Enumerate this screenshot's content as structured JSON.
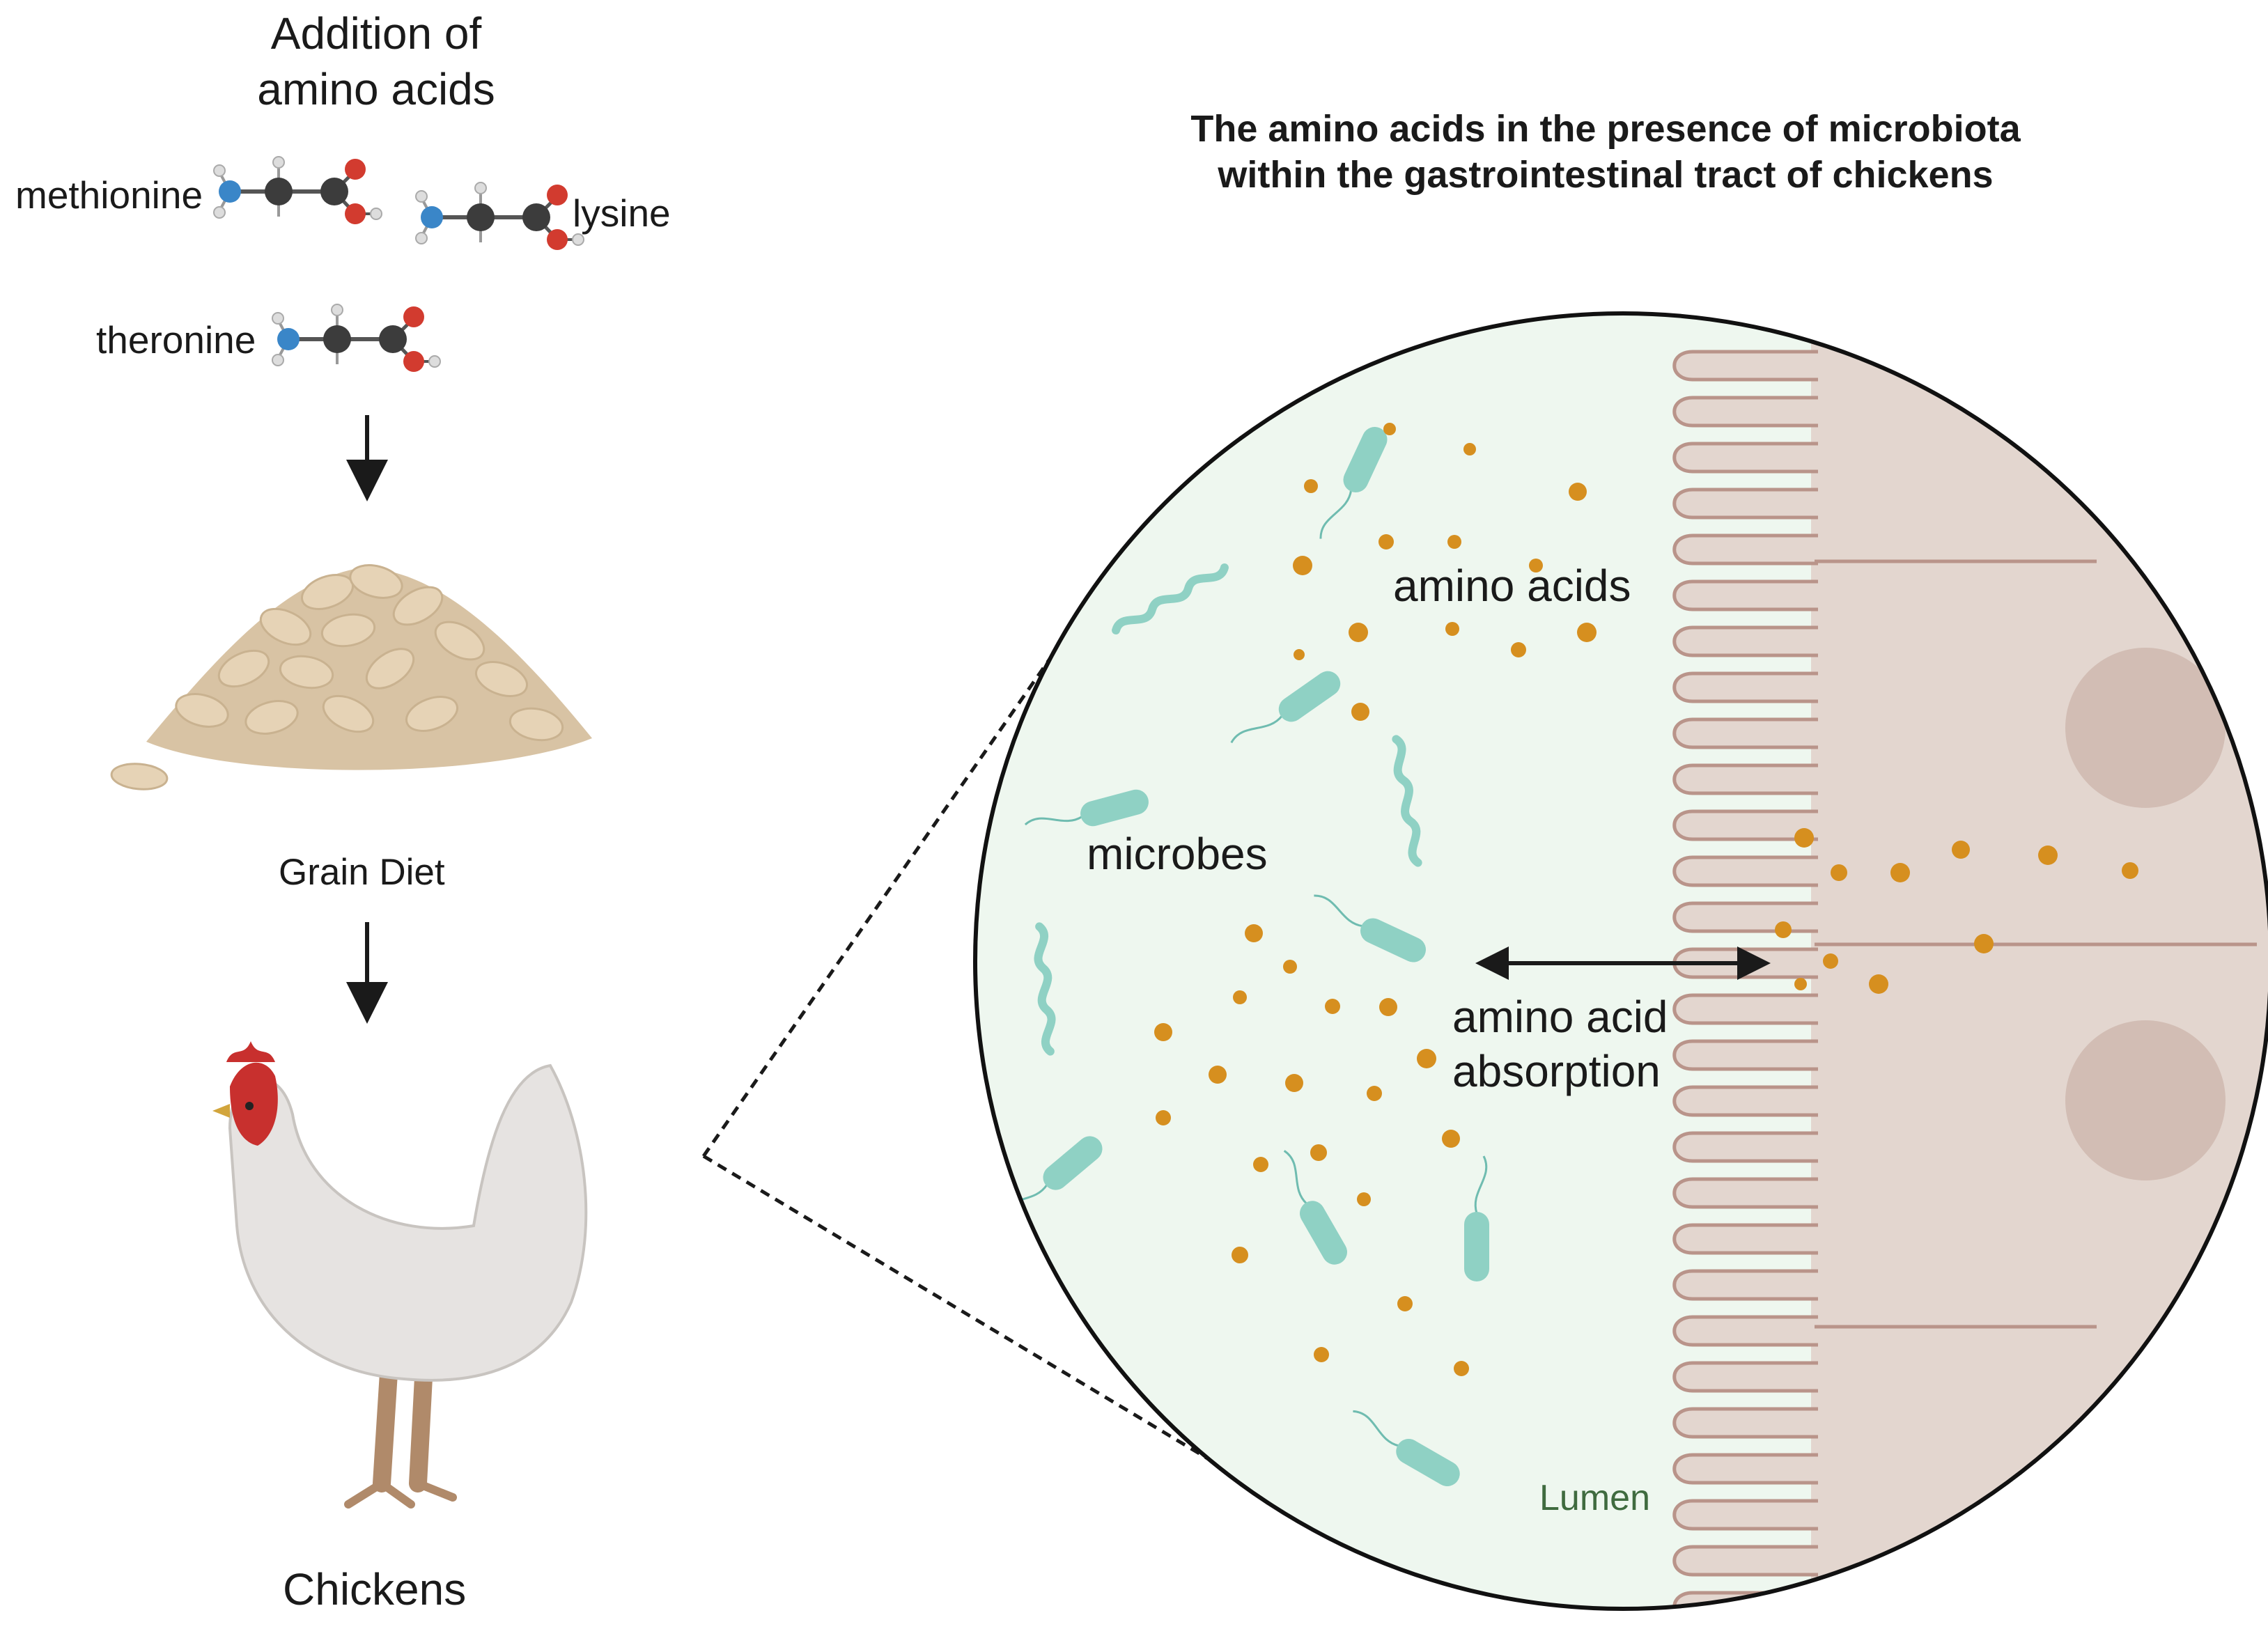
{
  "left_panel": {
    "title_line1": "Addition of",
    "title_line2": "amino acids",
    "molecules": [
      {
        "name": "methionine"
      },
      {
        "name": "lysine"
      },
      {
        "name": "theronine"
      }
    ],
    "grain_label": "Grain Diet",
    "chicken_label": "Chickens"
  },
  "magnified_view": {
    "title": "The amino acids in the presence of microbiota within the gastrointestinal tract of chickens",
    "amino_acids_label": "amino acids",
    "microbes_label": "microbes",
    "absorption_label_line1": "amino acid",
    "absorption_label_line2": "absorption",
    "lumen_label": "Lumen"
  },
  "colors": {
    "lumen_fill": "#eef7ef",
    "tissue_fill": "#e3d6cf",
    "villi_stroke": "#b9948a",
    "microbe": "#8fd1c4",
    "amino_acid": "#d68f1f",
    "grain": "#e2cdb0",
    "chicken_body": "#e6e3e1",
    "comb": "#c8302e"
  }
}
